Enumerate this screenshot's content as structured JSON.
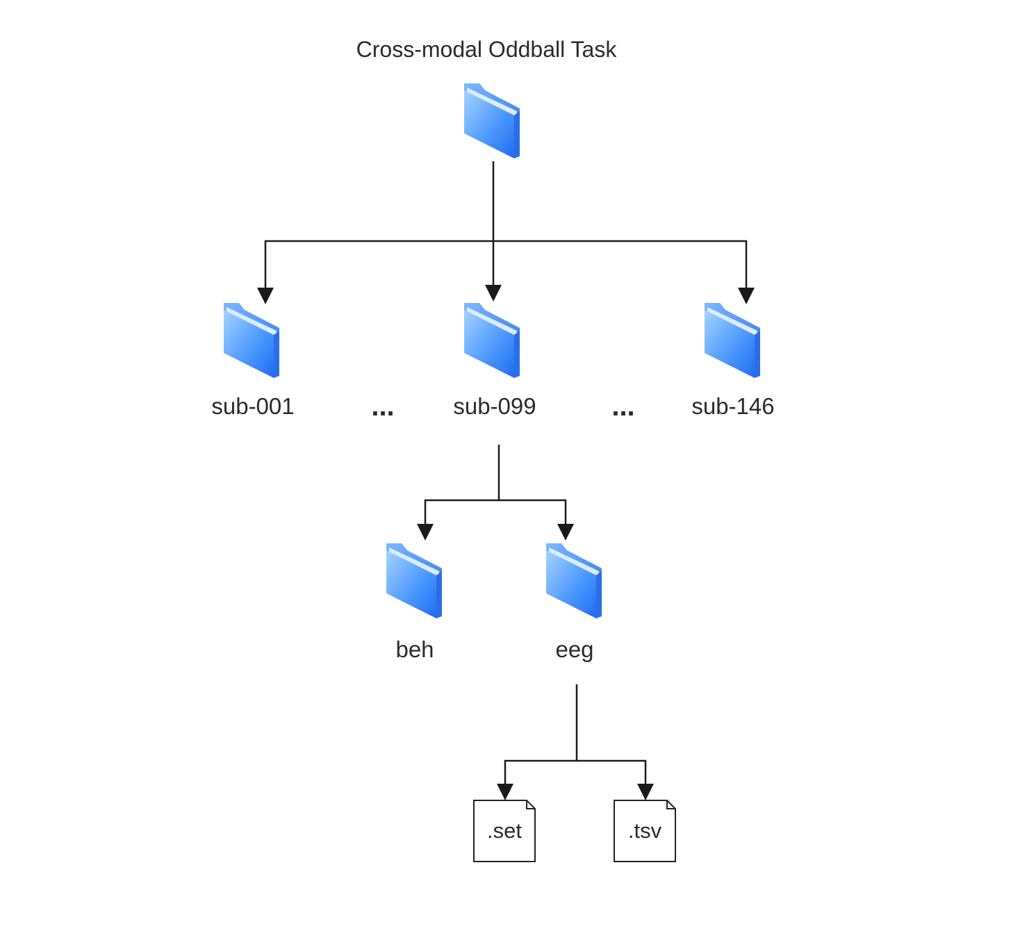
{
  "diagram": {
    "title": "Cross-modal Oddball Task",
    "folders": {
      "root": "folder-icon",
      "sub_001": "sub-001",
      "sub_099": "sub-099",
      "sub_146": "sub-146",
      "beh": "beh",
      "eeg": "eeg"
    },
    "ellipses": [
      "...",
      "..."
    ],
    "files": {
      "set": ".set",
      "tsv": ".tsv"
    },
    "colors": {
      "folder_light": "#8ec5ff",
      "folder_dark": "#2f7df5",
      "line": "#1a1a1a",
      "text": "#2a2a2a"
    }
  }
}
